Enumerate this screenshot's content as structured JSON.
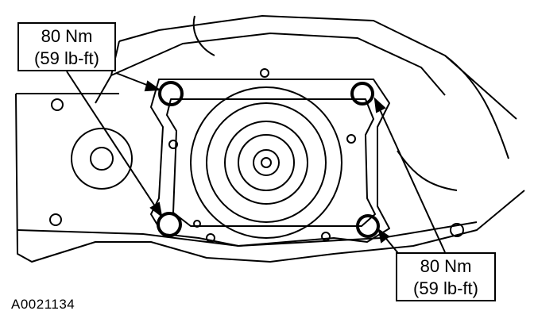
{
  "callouts": [
    {
      "torque_nm": "80 Nm",
      "torque_lbft": "(59 lb-ft)"
    },
    {
      "torque_nm": "80 Nm",
      "torque_lbft": "(59 lb-ft)"
    }
  ],
  "figure_id": "A0021134"
}
